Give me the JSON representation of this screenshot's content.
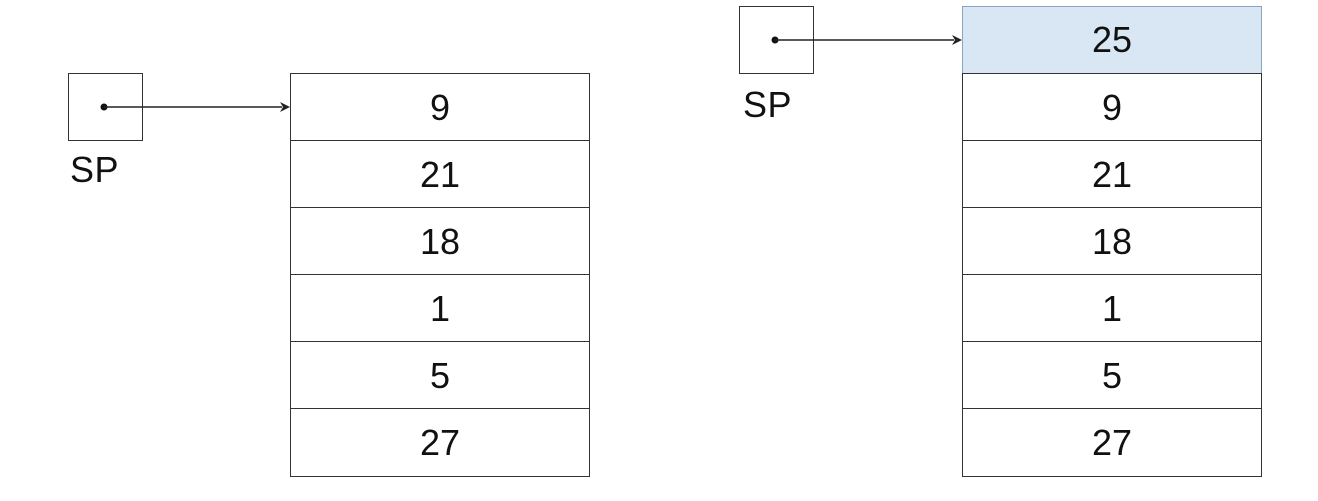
{
  "before": {
    "sp_label": "SP",
    "stack": [
      "9",
      "21",
      "18",
      "1",
      "5",
      "27"
    ]
  },
  "after": {
    "sp_label": "SP",
    "stack": [
      "25",
      "9",
      "21",
      "18",
      "1",
      "5",
      "27"
    ],
    "highlight_color": "#d9e6f3"
  }
}
